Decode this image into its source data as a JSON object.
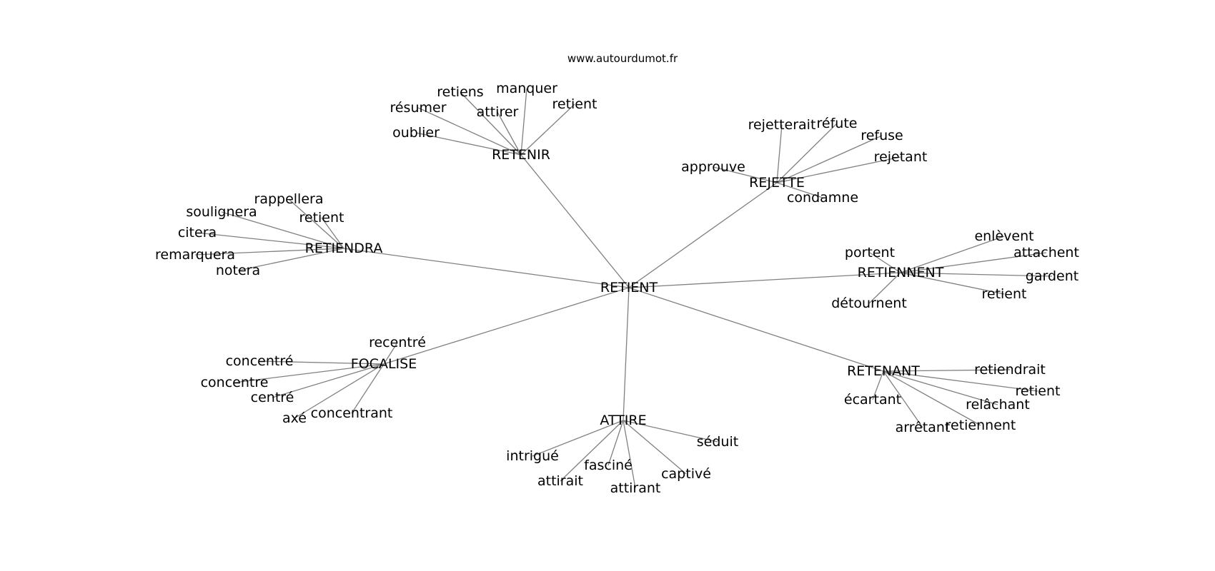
{
  "site": "www.autourdumot.fr",
  "center": "RETIENT",
  "clusters": [
    {
      "name": "RETENIR",
      "leaves": [
        "oublier",
        "résumer",
        "retiens",
        "attirer",
        "manquer",
        "retient"
      ]
    },
    {
      "name": "REJETTE",
      "leaves": [
        "approuve",
        "rejetterait",
        "réfute",
        "refuse",
        "rejetant",
        "condamne"
      ]
    },
    {
      "name": "RETIENDRA",
      "leaves": [
        "rappellera",
        "soulignera",
        "retient",
        "citera",
        "remarquera",
        "notera"
      ]
    },
    {
      "name": "RETIENNENT",
      "leaves": [
        "portent",
        "enlèvent",
        "attachent",
        "gardent",
        "retient",
        "détournent"
      ]
    },
    {
      "name": "FOCALISE",
      "leaves": [
        "recentré",
        "concentré",
        "concentre",
        "centré",
        "axé",
        "concentrant"
      ]
    },
    {
      "name": "RETENANT",
      "leaves": [
        "retiendrait",
        "retient",
        "relâchant",
        "retiennent",
        "arrêtant",
        "écartant"
      ]
    },
    {
      "name": "ATTIRE",
      "leaves": [
        "séduit",
        "intrigué",
        "fasciné",
        "captivé",
        "attirait",
        "attirant"
      ]
    }
  ]
}
